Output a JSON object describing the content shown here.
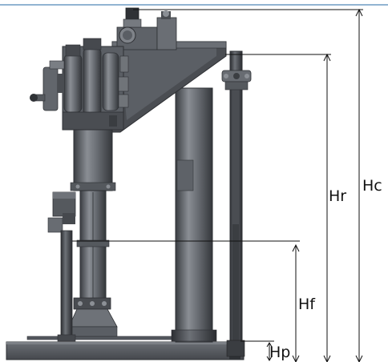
{
  "colors": {
    "top_accent": "#6f9bc4",
    "machine_dark": "#3c3f44",
    "machine_mid": "#5a5e64",
    "machine_light": "#7d8187",
    "machine_highlight": "#a3a7ac",
    "dimension_line": "#111111",
    "background": "#ffffff"
  },
  "dimensions": {
    "hc": {
      "label": "Hc"
    },
    "hr": {
      "label": "Hr"
    },
    "hf": {
      "label": "Hf"
    },
    "hp": {
      "label": "Hp"
    }
  }
}
